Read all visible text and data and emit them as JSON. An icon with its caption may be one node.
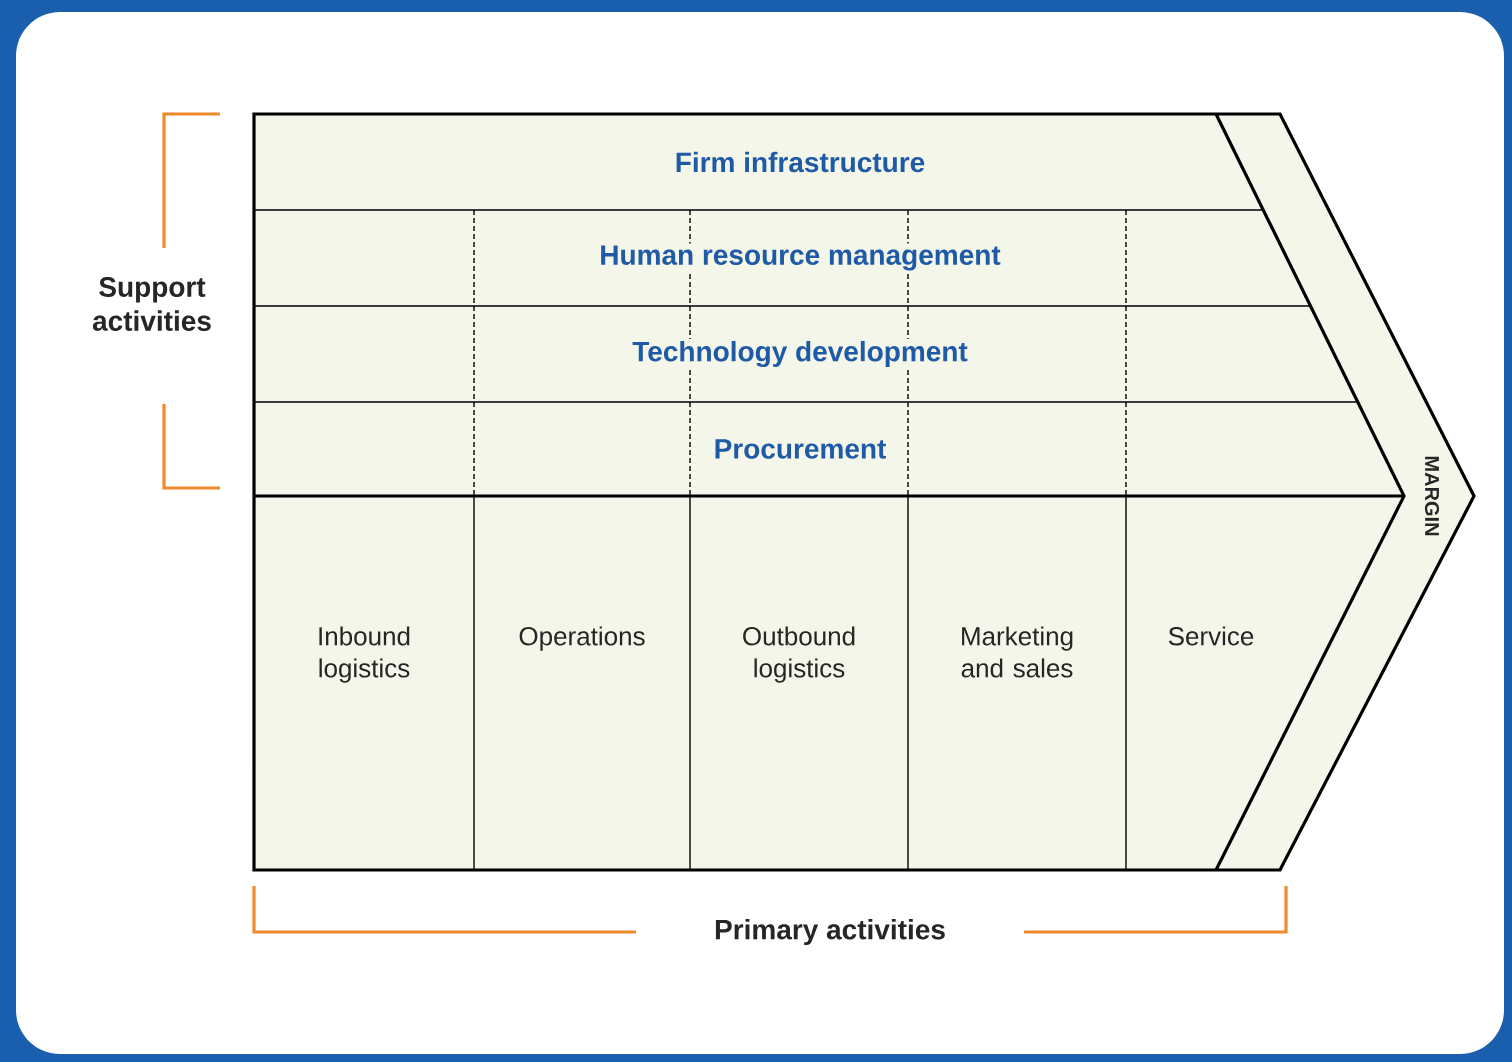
{
  "diagram": {
    "nodes": [
      {
        "text": [
          "Firm infrastructure"
        ]
      },
      {
        "text": [
          "Human resource management"
        ]
      },
      {
        "text": [
          "Technology development"
        ]
      },
      {
        "text": [
          "Procurement"
        ]
      },
      {
        "text": [
          "Inbound logistics"
        ]
      },
      {
        "text": [
          "Operations"
        ]
      },
      {
        "text": [
          "Outbound logistics"
        ]
      },
      {
        "text": [
          "Marketing and sales"
        ]
      },
      {
        "text": [
          "Service"
        ]
      },
      {
        "text": [
          "MARGIN"
        ]
      }
    ],
    "labels": [
      "Support activities",
      "Primary activities"
    ]
  }
}
